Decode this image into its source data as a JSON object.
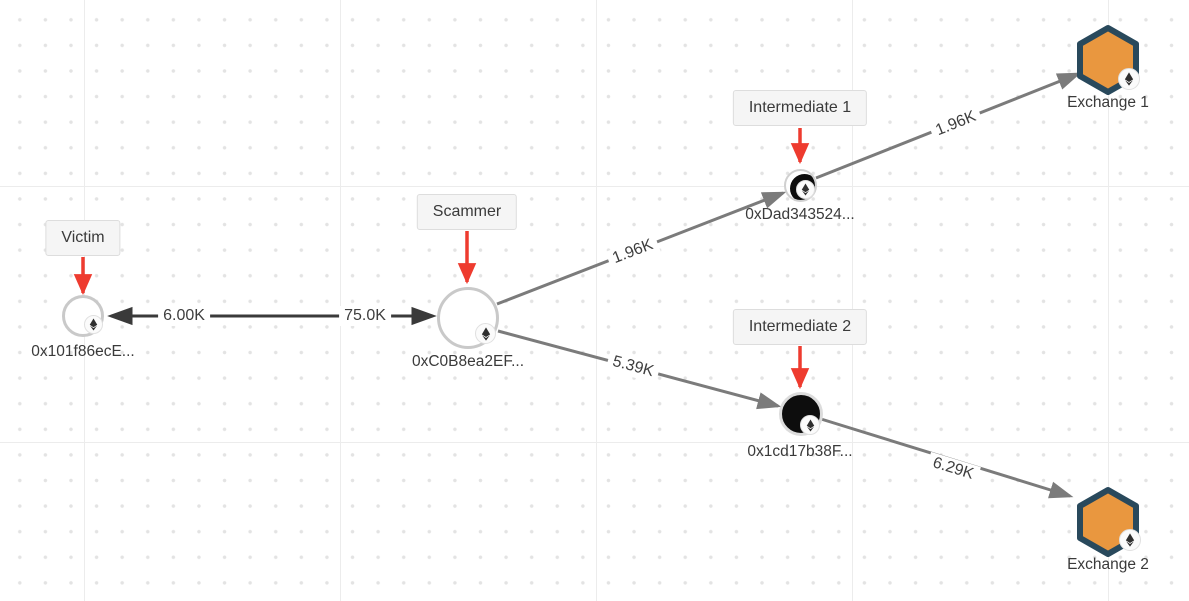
{
  "graph": {
    "description_note": "",
    "nodes": {
      "victim": {
        "tag": "Victim",
        "address": "0x101f86ecE..."
      },
      "scammer": {
        "tag": "Scammer",
        "address": "0xC0B8ea2EF..."
      },
      "intermediate1": {
        "tag": "Intermediate 1",
        "address": "0xDad343524..."
      },
      "intermediate2": {
        "tag": "Intermediate 2",
        "address": "0x1cd17b38F..."
      },
      "exchange1": {
        "label": "Exchange 1"
      },
      "exchange2": {
        "label": "Exchange 2"
      }
    },
    "edges": {
      "scammer_to_victim": {
        "label": "6.00K"
      },
      "victim_to_scammer": {
        "label": "75.0K"
      },
      "scammer_to_intermediate1": {
        "label": "1.96K"
      },
      "intermediate1_to_exchange1": {
        "label": "1.96K"
      },
      "scammer_to_intermediate2": {
        "label": "5.39K"
      },
      "intermediate2_to_exchange2": {
        "label": "6.29K"
      }
    }
  },
  "icons": {
    "currency": "ethereum-icon",
    "pointer": "red-arrow-pointer"
  },
  "colors": {
    "edge_dark": "#3a3a3a",
    "edge_gray": "#7b7b7b",
    "pointer_red": "#ee3b2f",
    "hexagon_fill": "#e9973f",
    "hexagon_border": "#29495c",
    "node_ring_gray": "#c9c9c9",
    "node_black": "#0d0d0d",
    "tag_background": "#f5f5f5",
    "text": "#3a3a3a"
  }
}
